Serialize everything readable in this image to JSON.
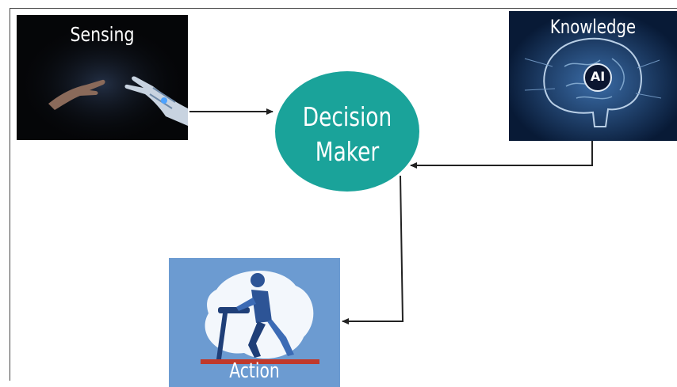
{
  "diagram": {
    "nodes": {
      "sensing": {
        "label": "Sensing"
      },
      "knowledge": {
        "label": "Knowledge",
        "badge": "AI"
      },
      "decision": {
        "line1": "Decision",
        "line2": "Maker"
      },
      "action": {
        "label": "Action"
      }
    },
    "edges": [
      {
        "from": "sensing",
        "to": "decision"
      },
      {
        "from": "knowledge",
        "to": "decision"
      },
      {
        "from": "decision",
        "to": "action"
      }
    ],
    "colors": {
      "decision_fill": "#1aa39a",
      "arrow": "#222222",
      "knowledge_bg": "#0a1c3a",
      "action_bg": "#6c9bd1"
    }
  }
}
